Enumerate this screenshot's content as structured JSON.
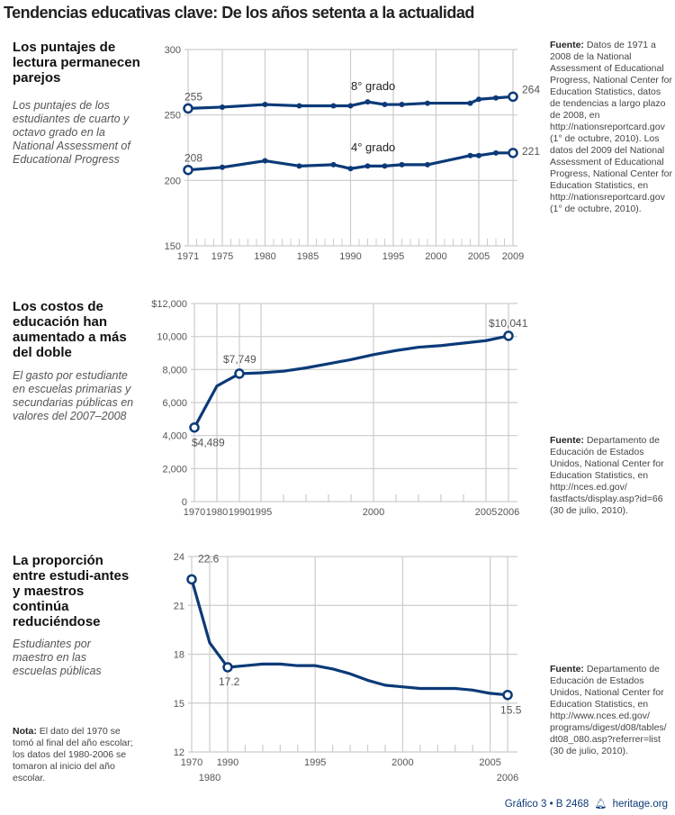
{
  "title": "Tendencias educativas clave: De los años setenta a la actualidad",
  "sections": [
    {
      "heading": "Los puntajes de lectura permanecen parejos",
      "description": "Los puntajes de los estudiantes de cuarto y octavo grado en la National Assessment of Educational Progress",
      "source_label": "Fuente:",
      "source_text": "Datos de 1971 a 2008 de la National Assessment of Educational Progress, National Center for Education Statistics, datos de tendencias a largo plazo de 2008, en http://nationsreportcard.gov (1° de octubre, 2010). Los datos del 2009 del National Assessment of Educational Progress, National Center for Education Statistics, en http://nationsreportcard.gov (1° de octubre, 2010)."
    },
    {
      "heading": "Los costos de educación han aumentado a más del doble",
      "description": "El gasto por estudiante en escuelas primarias y secundarias públicas en valores del 2007–2008",
      "source_label": "Fuente:",
      "source_text": "Departamento de Educación de Estados Unidos, National Center for Education Statistics, en http://nces.ed.gov/ fastfacts/display.asp?id=66 (30 de julio, 2010)."
    },
    {
      "heading": "La proporción entre estudi-antes y maestros continúa reduciéndose",
      "description": "Estudiantes por maestro en las escuelas públicas",
      "source_label": "Fuente:",
      "source_text": "Departamento de Educación de Estados Unidos, National Center for Education Statistics, en http://www.nces.ed.gov/ programs/digest/d08/tables/ dt08_080.asp?referrer=list (30 de julio, 2010)."
    }
  ],
  "note": {
    "label": "Nota:",
    "text": "El dato del 1970 se tomó al final del año escolar; los datos del 1980-2006 se tomaron al inicio del año escolar."
  },
  "footer": {
    "text": "Gráfico 3 • B 2468",
    "icon": "liberty-bell-icon",
    "site": "heritage.org"
  },
  "colors": {
    "line": "#0b3a78",
    "grid": "#cccccc"
  },
  "chart_data": [
    {
      "type": "line",
      "title": "Los puntajes de lectura permanecen parejos",
      "xlabel": "",
      "ylabel": "",
      "ylim": [
        150,
        300
      ],
      "yticks": [
        "150",
        "200",
        "250",
        "300"
      ],
      "ytick_values": [
        150,
        200,
        250,
        300
      ],
      "xticks": [
        "1971",
        "1975",
        "1980",
        "1985",
        "1990",
        "1995",
        "2000",
        "2005",
        "2009"
      ],
      "xtick_values": [
        1971,
        1975,
        1980,
        1985,
        1990,
        1995,
        2000,
        2005,
        2009
      ],
      "xlim": [
        1971,
        2009
      ],
      "grid": true,
      "series": [
        {
          "name": "8° grado",
          "x": [
            1971,
            1975,
            1980,
            1984,
            1988,
            1990,
            1992,
            1994,
            1996,
            1999,
            2004,
            2005,
            2007,
            2009
          ],
          "values": [
            255,
            256,
            258,
            257,
            257,
            257,
            260,
            258,
            258,
            259,
            259,
            262,
            263,
            264
          ]
        },
        {
          "name": "4° grado",
          "x": [
            1971,
            1975,
            1980,
            1984,
            1988,
            1990,
            1992,
            1994,
            1996,
            1999,
            2004,
            2005,
            2007,
            2009
          ],
          "values": [
            208,
            210,
            215,
            211,
            212,
            209,
            211,
            211,
            212,
            212,
            219,
            219,
            221,
            221
          ]
        }
      ],
      "annotations": [
        {
          "label": "255",
          "x": 1971,
          "y": 255
        },
        {
          "label": "264",
          "x": 2009,
          "y": 264
        },
        {
          "label": "208",
          "x": 1971,
          "y": 208
        },
        {
          "label": "221",
          "x": 2009,
          "y": 221
        }
      ]
    },
    {
      "type": "line",
      "title": "Los costos de educación han aumentado a más del doble",
      "ylim": [
        0,
        12000
      ],
      "yticks": [
        "0",
        "2,000",
        "4,000",
        "6,000",
        "8,000",
        "10,000",
        "$12,000"
      ],
      "ytick_values": [
        0,
        2000,
        4000,
        6000,
        8000,
        10000,
        12000
      ],
      "categories": [
        "1970",
        "1980",
        "1990",
        "1995",
        "1996",
        "1997",
        "1998",
        "1999",
        "2000",
        "2001",
        "2002",
        "2003",
        "2004",
        "2005",
        "2006"
      ],
      "xticks": [
        "1970",
        "1980",
        "1990",
        "1995",
        "2000",
        "2005",
        "2006"
      ],
      "grid": true,
      "series": [
        {
          "name": "Gasto por estudiante",
          "values": [
            4489,
            7000,
            7749,
            7800,
            7900,
            8100,
            8350,
            8600,
            8900,
            9150,
            9350,
            9450,
            9600,
            9750,
            10041
          ]
        }
      ],
      "annotations": [
        {
          "label": "$4,489",
          "x": "1970",
          "y": 4489
        },
        {
          "label": "$7,749",
          "x": "1990",
          "y": 7749
        },
        {
          "label": "$10,041",
          "x": "2006",
          "y": 10041
        }
      ]
    },
    {
      "type": "line",
      "title": "La proporción entre estudiantes y maestros continúa reduciéndose",
      "ylim": [
        12,
        24
      ],
      "yticks": [
        "12",
        "15",
        "18",
        "21",
        "24"
      ],
      "ytick_values": [
        12,
        15,
        18,
        21,
        24
      ],
      "categories": [
        "1970",
        "1980",
        "1990",
        "1991",
        "1992",
        "1993",
        "1994",
        "1995",
        "1996",
        "1997",
        "1998",
        "1999",
        "2000",
        "2001",
        "2002",
        "2003",
        "2004",
        "2005",
        "2006"
      ],
      "xticks": [
        "1970",
        "1980",
        "1990",
        "1995",
        "2000",
        "2005",
        "2006"
      ],
      "grid": true,
      "series": [
        {
          "name": "Estudiantes por maestro",
          "values": [
            22.6,
            18.7,
            17.2,
            17.3,
            17.4,
            17.4,
            17.3,
            17.3,
            17.1,
            16.8,
            16.4,
            16.1,
            16.0,
            15.9,
            15.9,
            15.9,
            15.8,
            15.6,
            15.5
          ]
        }
      ],
      "annotations": [
        {
          "label": "22.6",
          "x": "1970",
          "y": 22.6
        },
        {
          "label": "17.2",
          "x": "1990",
          "y": 17.2
        },
        {
          "label": "15.5",
          "x": "2006",
          "y": 15.5
        }
      ]
    }
  ]
}
